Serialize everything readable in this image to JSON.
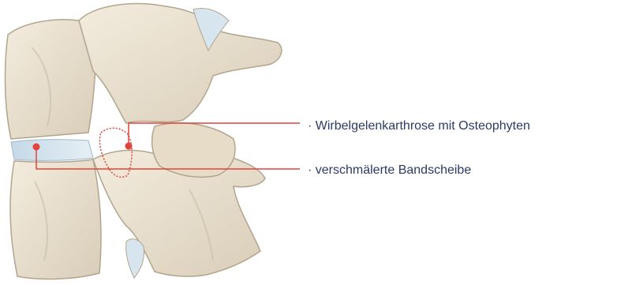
{
  "annotations": [
    {
      "text": "· Wirbelgelenkarthrose mit Osteophyten"
    },
    {
      "text": "· verschmälerte Bandscheibe"
    }
  ],
  "colors": {
    "bone": "#ece4d4",
    "bone_shadow": "#c9bda7",
    "bone_edge": "#b2a58e",
    "disc": "#d3e3ee",
    "leader": "#e0443a",
    "label_text": "#2b3a67"
  },
  "icons": [
    "lumbar-vertebrae-illustration",
    "leader-dot"
  ]
}
